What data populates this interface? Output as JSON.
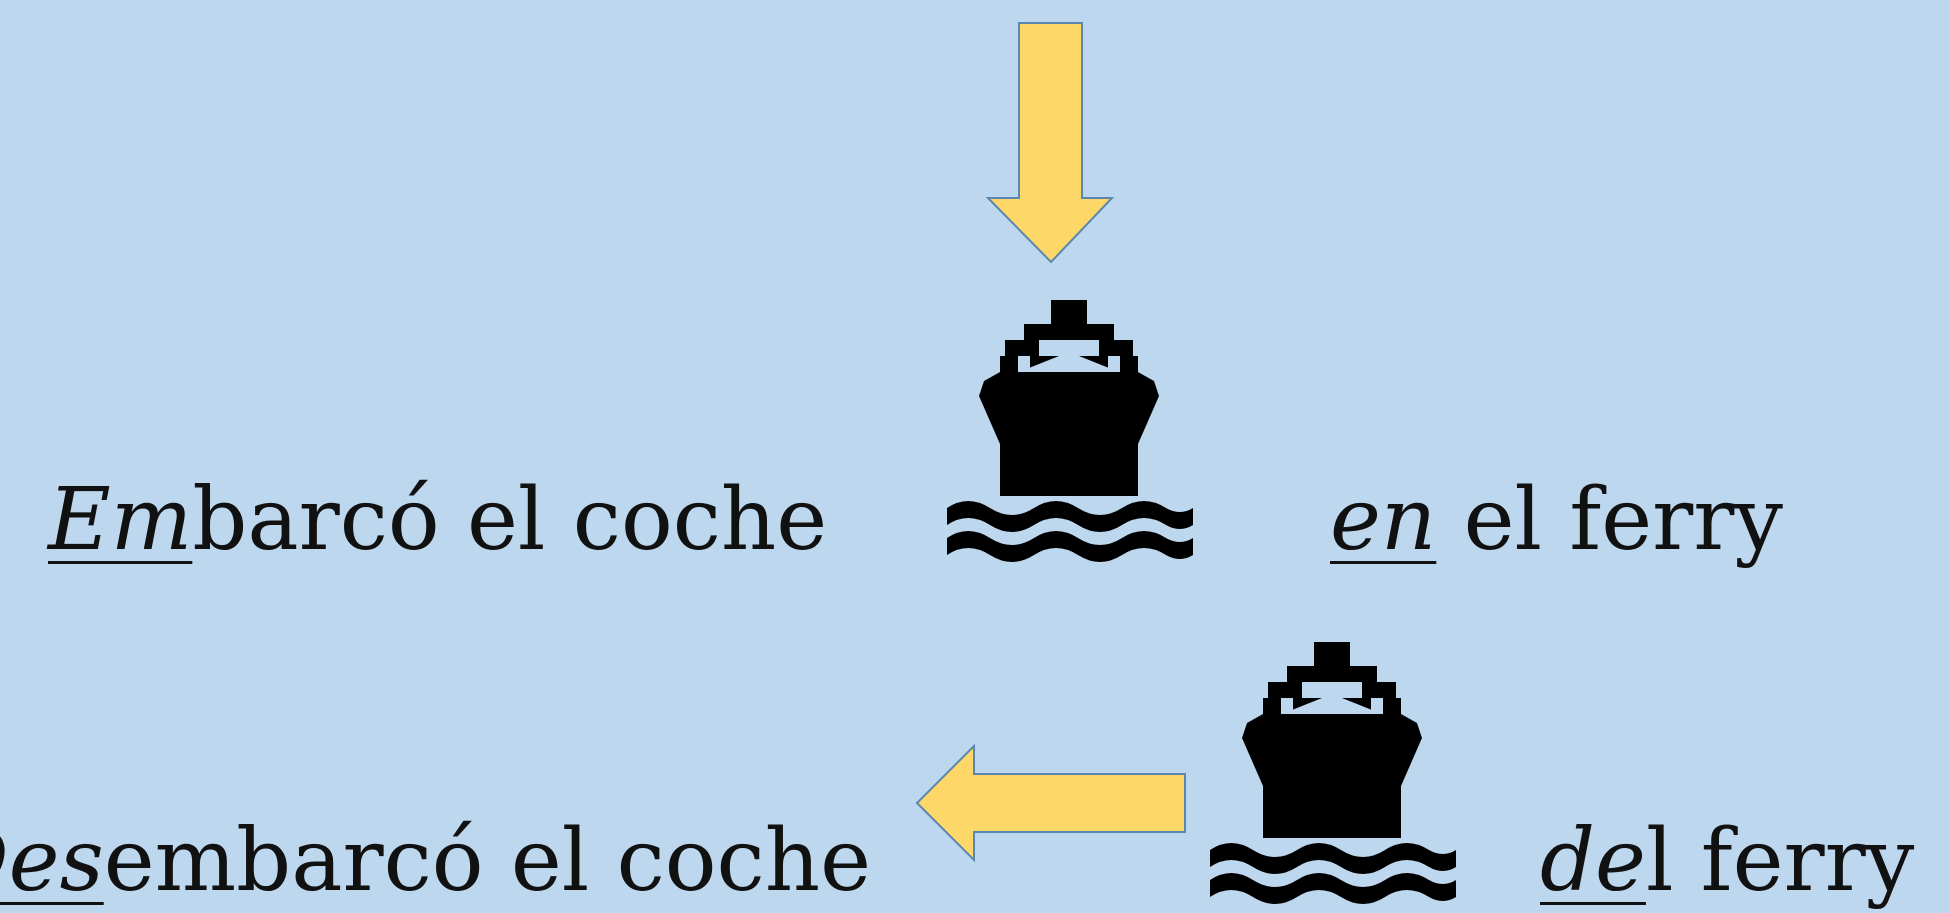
{
  "phrases": {
    "top_left": {
      "prefix": "Em",
      "rest": "barcó el coche"
    },
    "top_right": {
      "prefix": "en",
      "rest": " el ferry"
    },
    "bottom_left": {
      "prefix": "Des",
      "rest": "embarcó el coche"
    },
    "bottom_right": {
      "prefix": "de",
      "rest": "l ferry"
    }
  },
  "icons": {
    "ship": "ferry-icon",
    "arrow_down": "arrow-down-icon",
    "arrow_left": "arrow-left-icon"
  },
  "colors": {
    "background": "#bdd7ee",
    "arrow_fill": "#fdd868",
    "arrow_stroke": "#5b86ad",
    "ship": "#000000"
  }
}
